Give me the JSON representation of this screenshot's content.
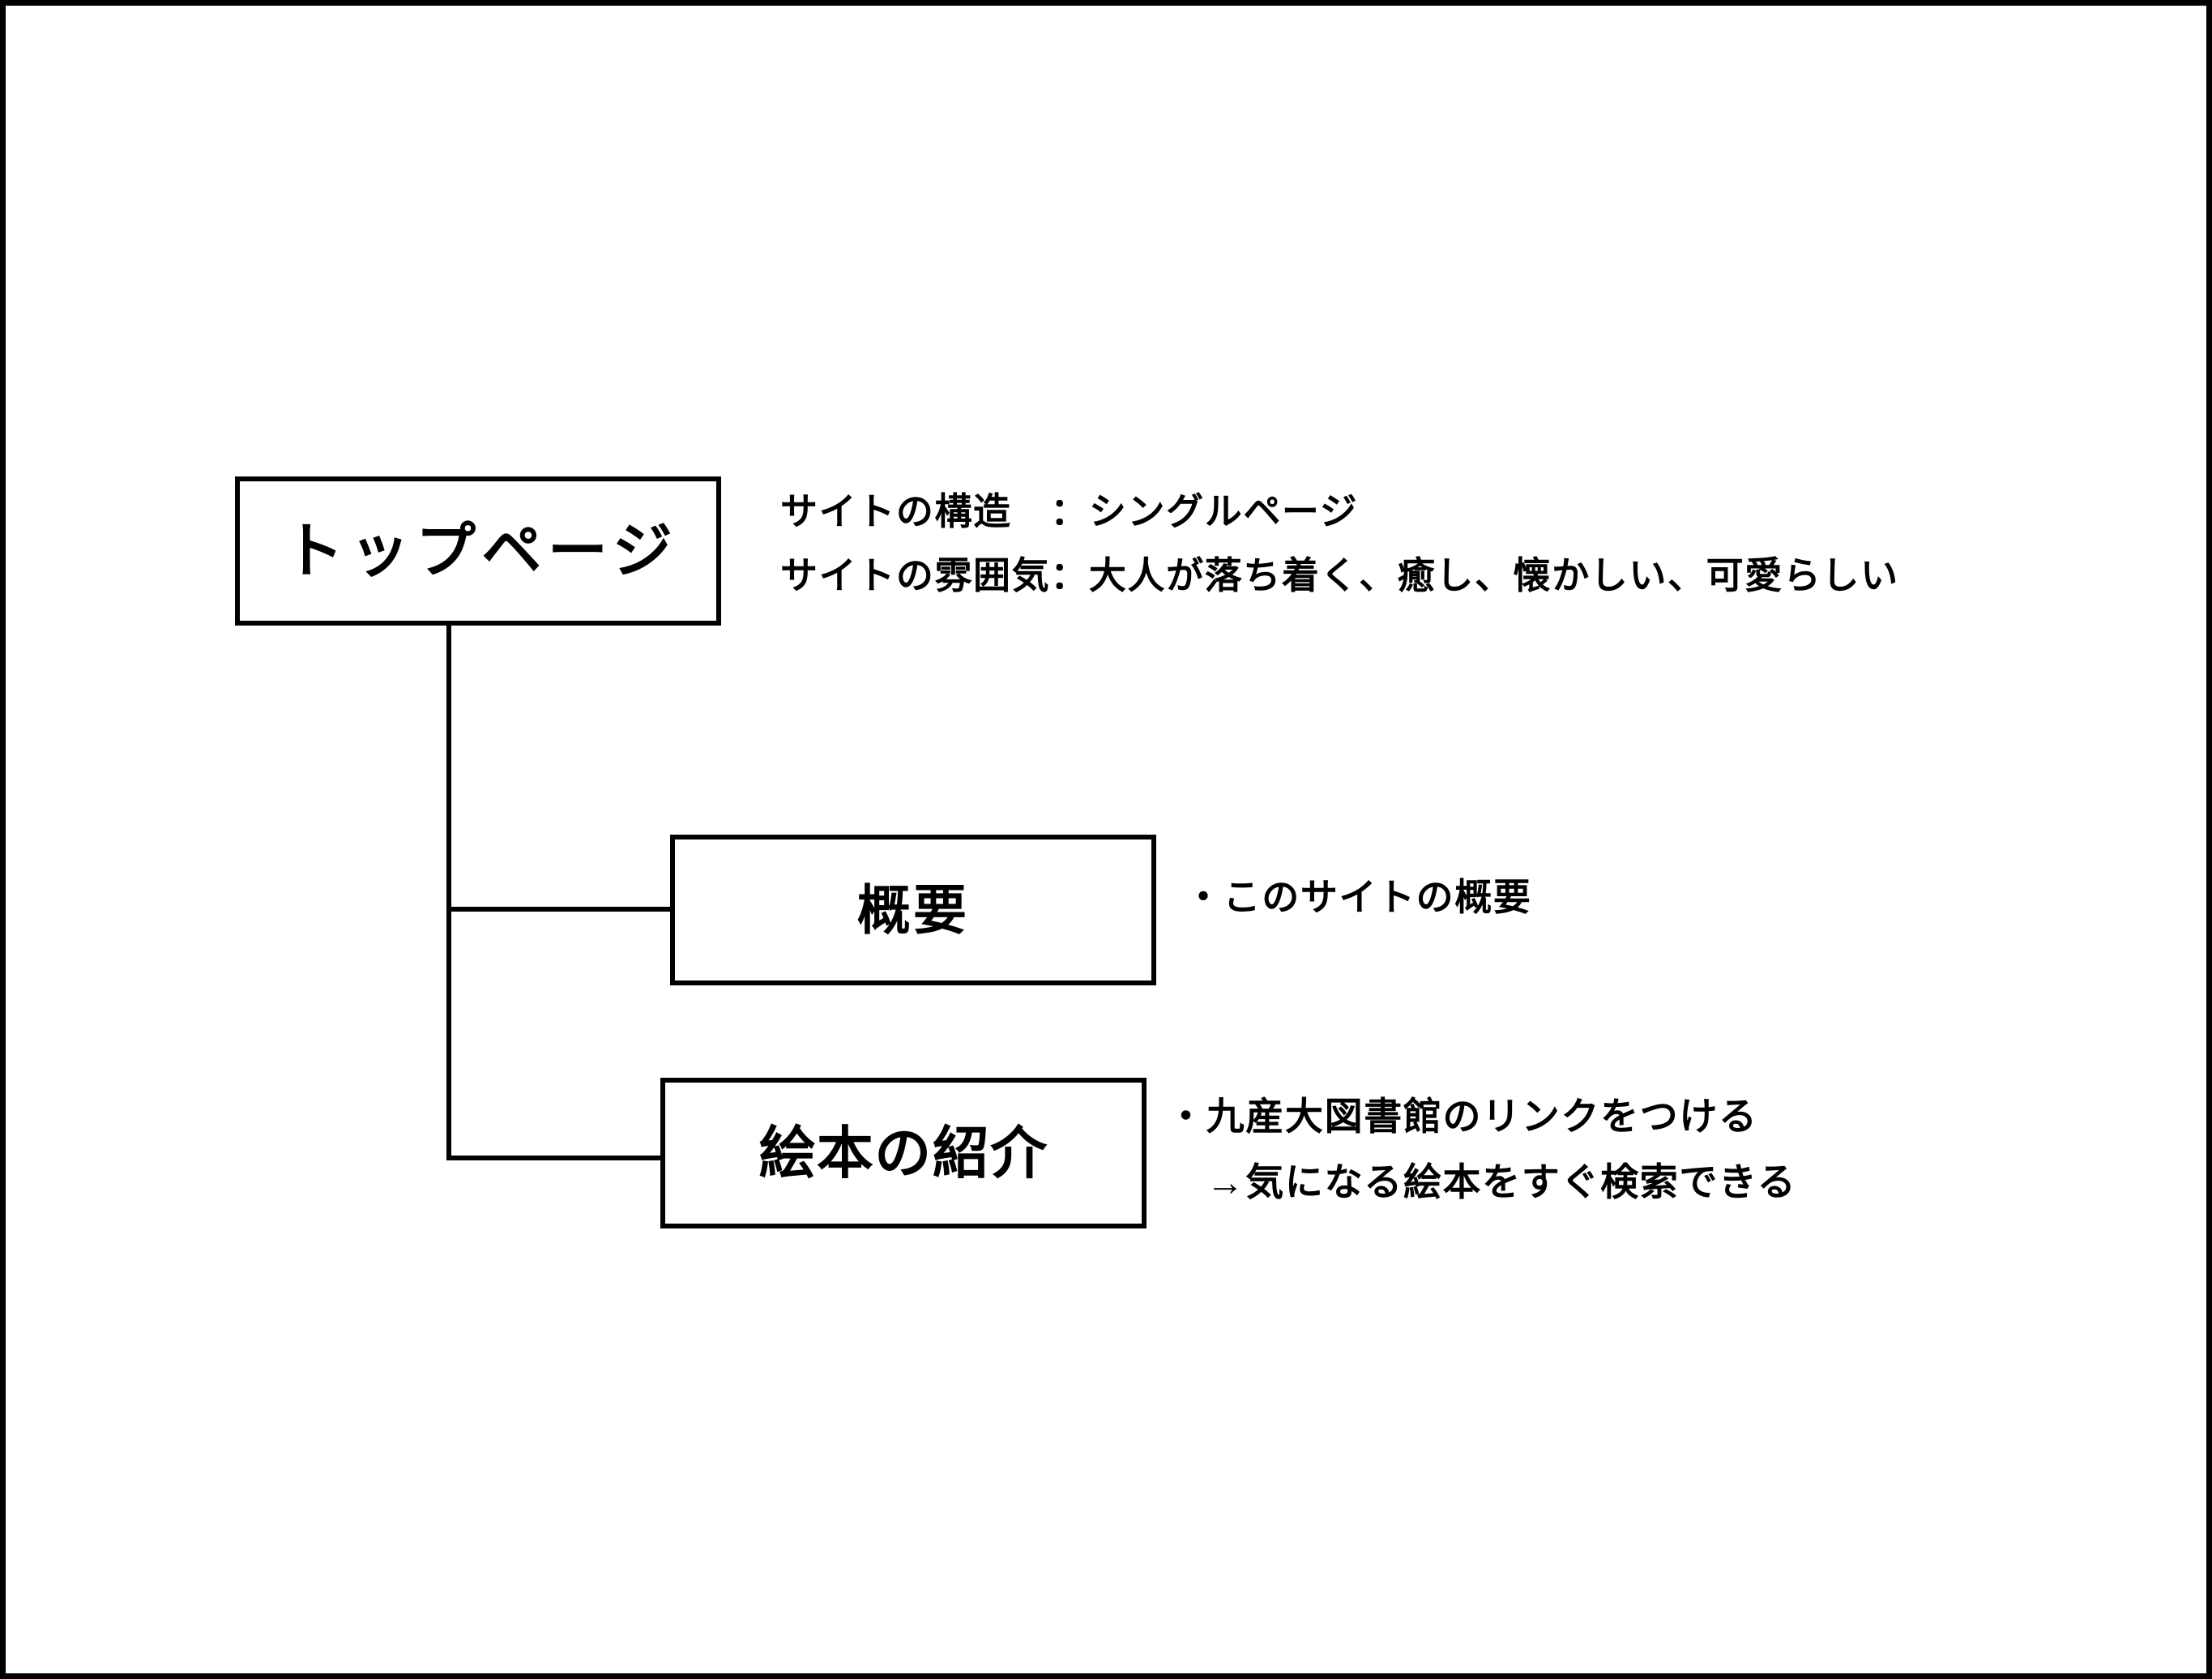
{
  "diagram": {
    "title_node": {
      "label": "トップページ",
      "annotations": [
        "サイトの構造　：シングルページ",
        "サイトの雰囲気：大人が落ち着く、癒し、懐かしい、可愛らしい"
      ]
    },
    "child_nodes": [
      {
        "id": "overview",
        "label": "概要",
        "annotations": [
          "・このサイトの概要"
        ]
      },
      {
        "id": "books",
        "label": "絵本の紹介",
        "annotations": [
          "・九産大図書館のリンクをつける",
          "　→気になる絵本をすぐ検索できる"
        ]
      }
    ],
    "colors": {
      "line": "#000000",
      "text": "#000000",
      "background": "#ffffff"
    }
  }
}
